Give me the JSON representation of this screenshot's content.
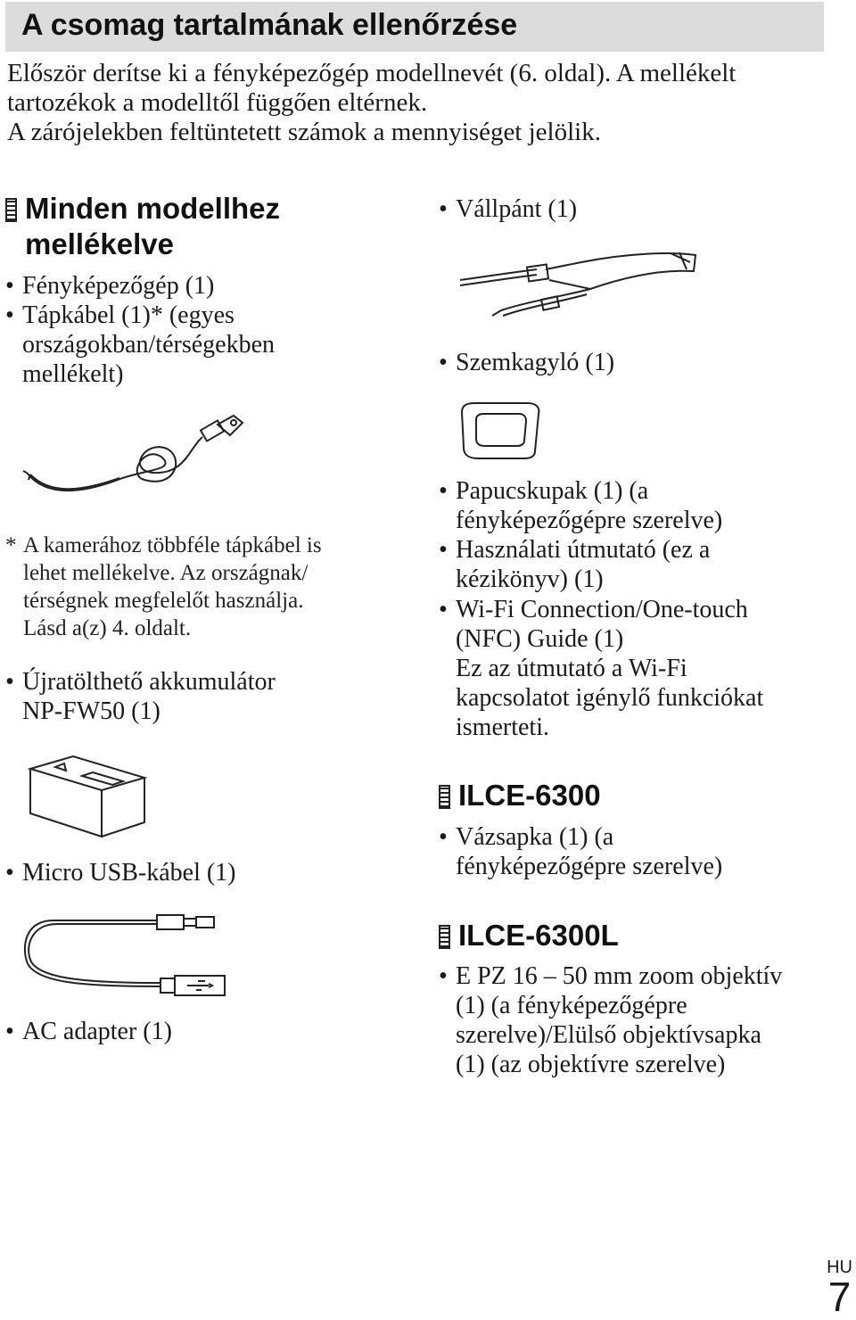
{
  "title": "A csomag tartalmának ellenőrzése",
  "intro": [
    "Először derítse ki a fényképezőgép modellnevét (6. oldal). A mellékelt",
    "tartozékok a modelltől függően eltérnek.",
    "A zárójelekben feltüntetett számok a mennyiséget jelölik."
  ],
  "sections": {
    "all_models": {
      "heading_line1": "Minden modellhez",
      "heading_line2": "mellékelve"
    },
    "ilce6300": {
      "heading": "ILCE-6300"
    },
    "ilce6300l": {
      "heading": "ILCE-6300L"
    }
  },
  "bullet": "•",
  "left_items": {
    "camera": "Fényképezőgép (1)",
    "power_cord": [
      "Tápkábel (1)* (egyes",
      "országokban/térségekben",
      "mellékelt)"
    ],
    "note_star": "*",
    "note": [
      "A kamerához többféle tápkábel is",
      "lehet mellékelve. Az országnak/",
      "térségnek megfelelőt használja.",
      "Lásd a(z) 4. oldalt."
    ],
    "battery": [
      "Újratölthető akkumulátor",
      "NP-FW50 (1)"
    ],
    "usb_cable": "Micro USB-kábel (1)",
    "ac_adapter": "AC adapter (1)"
  },
  "right_items": {
    "strap": "Vállpánt (1)",
    "eyecup": "Szemkagyló (1)",
    "shoe_cap": [
      "Papucskupak (1) (a",
      "fényképezőgépre szerelve)"
    ],
    "manual": [
      "Használati útmutató (ez a",
      "kézikönyv) (1)"
    ],
    "wifi_guide": [
      "Wi-Fi Connection/One-touch",
      "(NFC) Guide (1)",
      "Ez az útmutató a Wi-Fi",
      "kapcsolatot igénylő funkciókat",
      "ismerteti."
    ],
    "body_cap": [
      "Vázsapka (1) (a",
      "fényképezőgépre szerelve)"
    ],
    "lens": [
      "E PZ 16 – 50 mm zoom objektív",
      "(1) (a fényképezőgépre",
      "szerelve)/Elülső objektívsapka",
      "(1) (az objektívre szerelve)"
    ]
  },
  "page": {
    "lang": "HU",
    "number": "7"
  }
}
